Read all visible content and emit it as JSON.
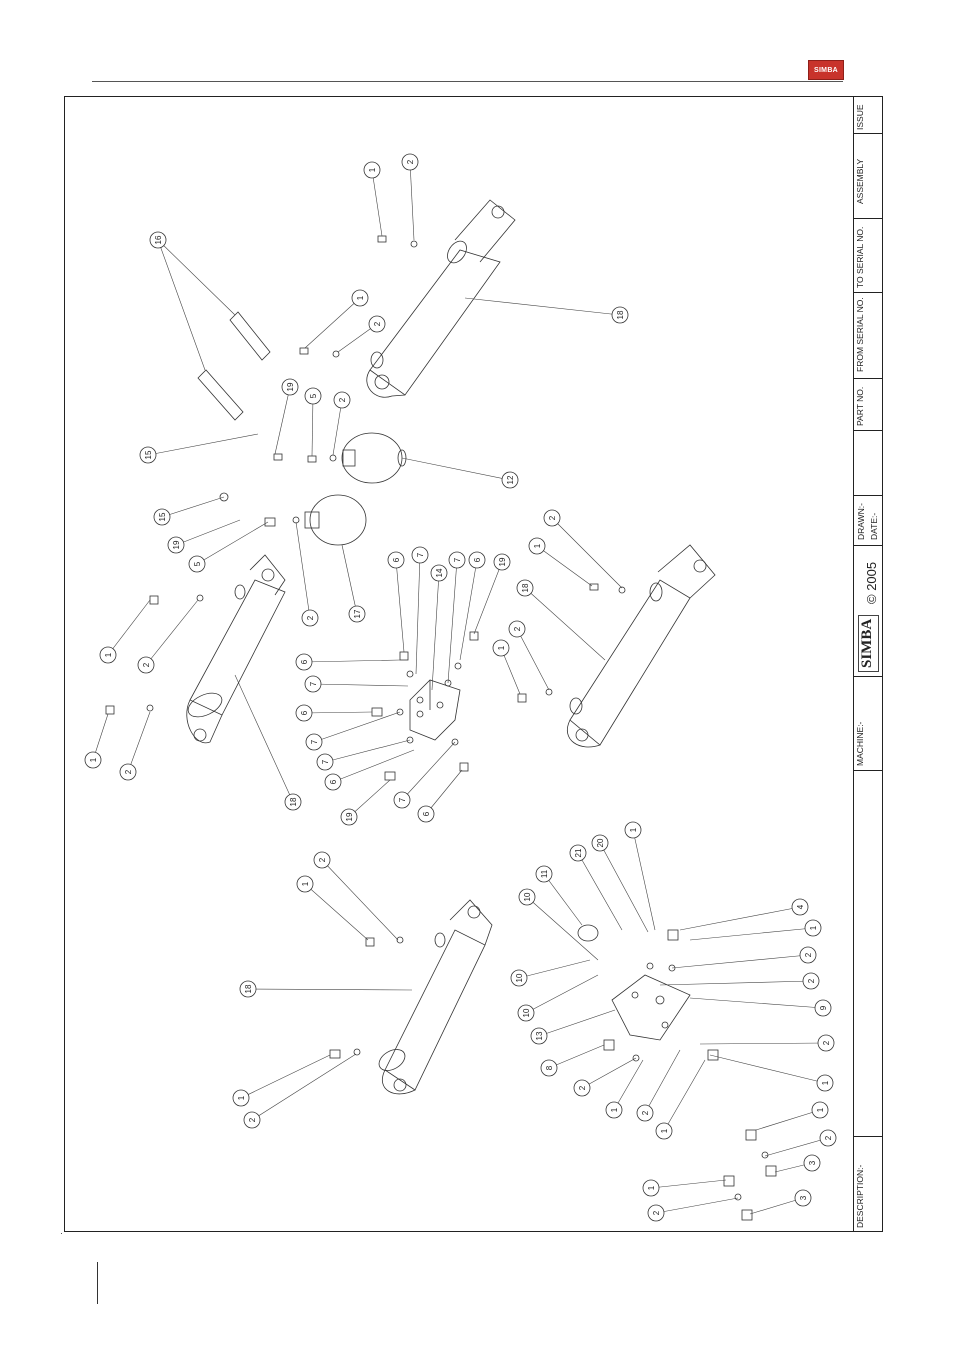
{
  "header": {
    "logo_text": "SIMBA"
  },
  "title_block": {
    "issue": "ISSUE",
    "assembly": "ASSEMBLY",
    "to_serial": "TO SERIAL NO.",
    "from_serial": "FROM SERIAL NO.",
    "part_no": "PART NO.",
    "drawn": "DRAWN:-",
    "date": "DATE:-",
    "brand": "SIMBA",
    "copyright": "© 2005",
    "machine": "MACHINE:-",
    "description": "DESCRIPTION:-"
  },
  "balloons": [
    {
      "id": "b1",
      "label": "1"
    },
    {
      "id": "b2",
      "label": "2"
    },
    {
      "id": "b3",
      "label": "16"
    },
    {
      "id": "b4",
      "label": "1"
    },
    {
      "id": "b5",
      "label": "2"
    },
    {
      "id": "b6",
      "label": "18"
    },
    {
      "id": "b7",
      "label": "19"
    },
    {
      "id": "b8",
      "label": "5"
    },
    {
      "id": "b9",
      "label": "2"
    },
    {
      "id": "b10",
      "label": "15"
    },
    {
      "id": "b11",
      "label": "12"
    },
    {
      "id": "b12",
      "label": "15"
    },
    {
      "id": "b13",
      "label": "19"
    },
    {
      "id": "b14",
      "label": "5"
    },
    {
      "id": "b15",
      "label": "2"
    },
    {
      "id": "b16",
      "label": "17"
    },
    {
      "id": "b17",
      "label": "1"
    },
    {
      "id": "b18",
      "label": "2"
    },
    {
      "id": "b19",
      "label": "1"
    },
    {
      "id": "b20",
      "label": "2"
    },
    {
      "id": "b21",
      "label": "18"
    },
    {
      "id": "b22",
      "label": "6"
    },
    {
      "id": "b23",
      "label": "7"
    },
    {
      "id": "b24",
      "label": "14"
    },
    {
      "id": "b25",
      "label": "7"
    },
    {
      "id": "b26",
      "label": "6"
    },
    {
      "id": "b27",
      "label": "19"
    },
    {
      "id": "b28",
      "label": "6"
    },
    {
      "id": "b29",
      "label": "7"
    },
    {
      "id": "b30",
      "label": "6"
    },
    {
      "id": "b31",
      "label": "7"
    },
    {
      "id": "b32",
      "label": "7"
    },
    {
      "id": "b33",
      "label": "6"
    },
    {
      "id": "b34",
      "label": "19"
    },
    {
      "id": "b35",
      "label": "7"
    },
    {
      "id": "b36",
      "label": "6"
    },
    {
      "id": "b37",
      "label": "2"
    },
    {
      "id": "b38",
      "label": "1"
    },
    {
      "id": "b39",
      "label": "18"
    },
    {
      "id": "b40",
      "label": "1"
    },
    {
      "id": "b41",
      "label": "2"
    },
    {
      "id": "b42",
      "label": "2"
    },
    {
      "id": "b43",
      "label": "1"
    },
    {
      "id": "b44",
      "label": "18"
    },
    {
      "id": "b45",
      "label": "1"
    },
    {
      "id": "b46",
      "label": "2"
    },
    {
      "id": "b47",
      "label": "1"
    },
    {
      "id": "b48",
      "label": "20"
    },
    {
      "id": "b49",
      "label": "21"
    },
    {
      "id": "b50",
      "label": "11"
    },
    {
      "id": "b51",
      "label": "10"
    },
    {
      "id": "b52",
      "label": "4"
    },
    {
      "id": "b53",
      "label": "1"
    },
    {
      "id": "b54",
      "label": "2"
    },
    {
      "id": "b55",
      "label": "10"
    },
    {
      "id": "b56",
      "label": "2"
    },
    {
      "id": "b57",
      "label": "10"
    },
    {
      "id": "b58",
      "label": "9"
    },
    {
      "id": "b59",
      "label": "13"
    },
    {
      "id": "b60",
      "label": "2"
    },
    {
      "id": "b61",
      "label": "8"
    },
    {
      "id": "b62",
      "label": "1"
    },
    {
      "id": "b63",
      "label": "2"
    },
    {
      "id": "b64",
      "label": "1"
    },
    {
      "id": "b65",
      "label": "2"
    },
    {
      "id": "b66",
      "label": "1"
    },
    {
      "id": "b67",
      "label": "1"
    },
    {
      "id": "b68",
      "label": "2"
    },
    {
      "id": "b69",
      "label": "3"
    },
    {
      "id": "b70",
      "label": "1"
    },
    {
      "id": "b71",
      "label": "2"
    },
    {
      "id": "b72",
      "label": "3"
    }
  ]
}
